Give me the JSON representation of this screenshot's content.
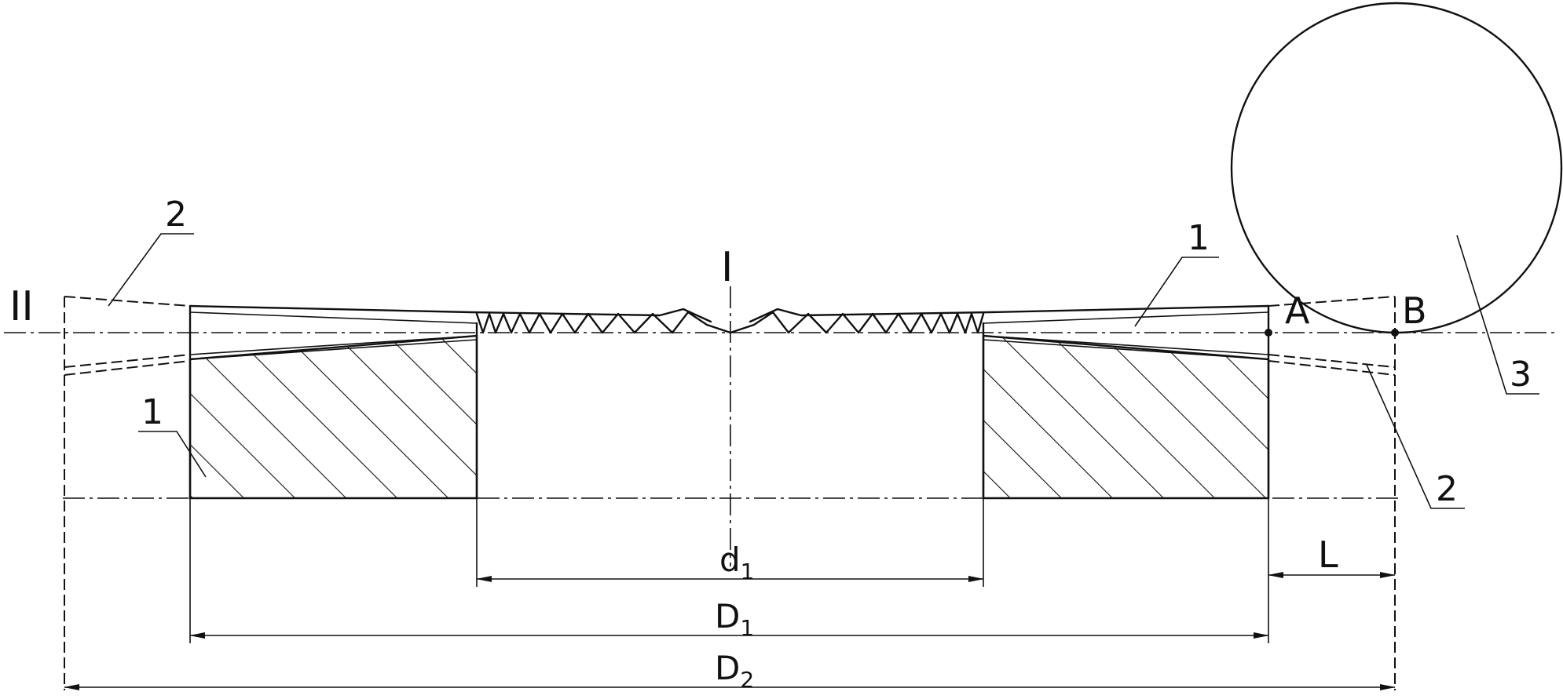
{
  "figure": {
    "axis_labels": {
      "axis_I": "I",
      "axis_II": "II"
    },
    "point_labels": {
      "point_A": "A",
      "point_B": "B"
    },
    "callouts": {
      "part_1_left": "1",
      "part_1_right": "1",
      "part_2_left": "2",
      "part_2_right": "2",
      "part_3": "3"
    },
    "dimensions": {
      "inner_diameter": {
        "symbol": "d",
        "subscript": "1"
      },
      "middle_diameter": {
        "symbol": "D",
        "subscript": "1"
      },
      "outer_diameter": {
        "symbol": "D",
        "subscript": "2"
      },
      "length": {
        "symbol": "L"
      }
    }
  }
}
